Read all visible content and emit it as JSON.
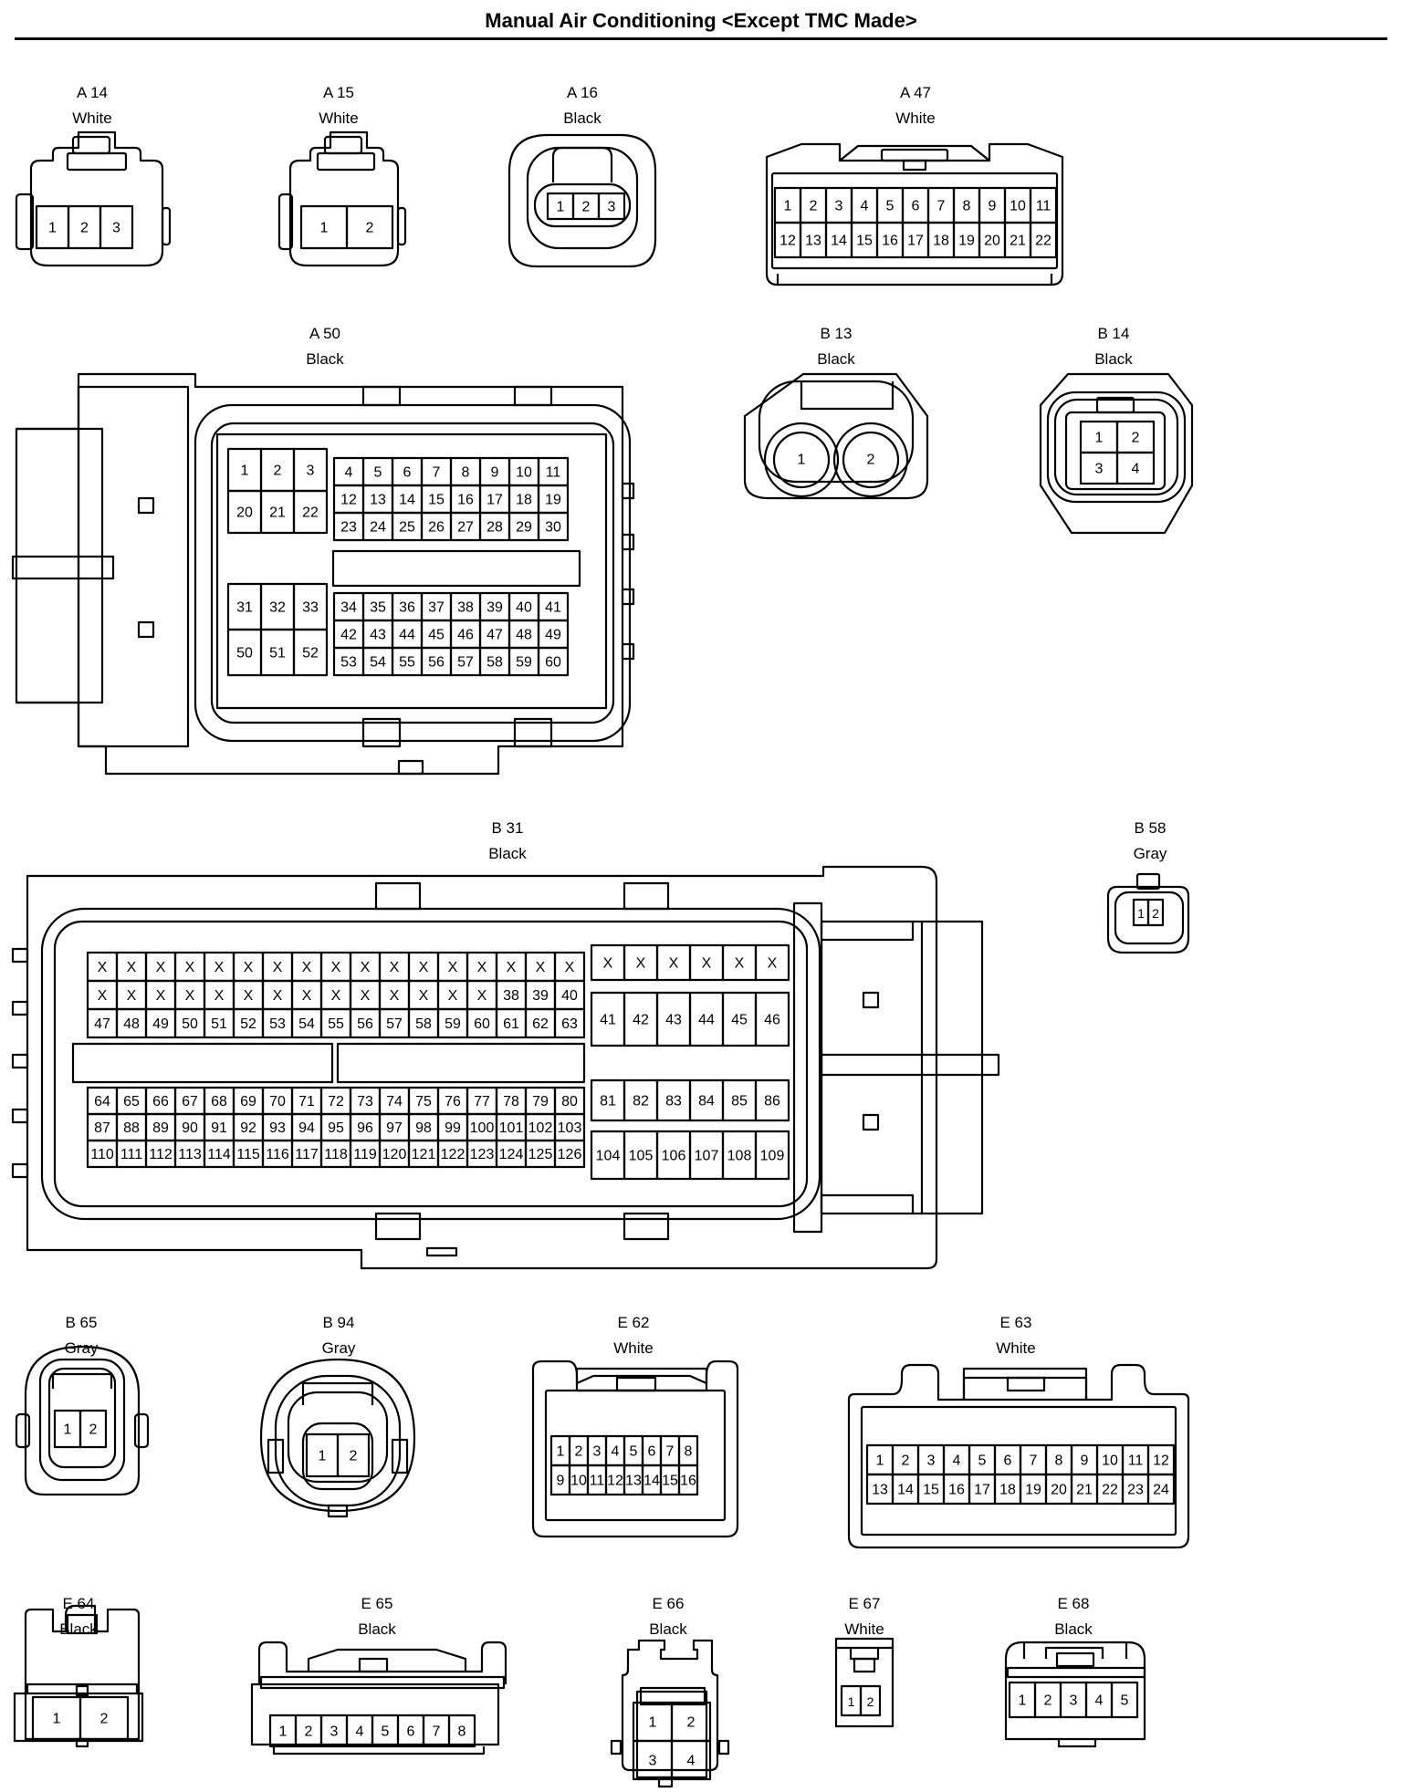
{
  "title": "Manual Air Conditioning <Except TMC Made>",
  "connectors": {
    "A14": {
      "code": "A 14",
      "color": "White"
    },
    "A15": {
      "code": "A 15",
      "color": "White"
    },
    "A16": {
      "code": "A 16",
      "color": "Black"
    },
    "A47": {
      "code": "A 47",
      "color": "White"
    },
    "A50": {
      "code": "A 50",
      "color": "Black"
    },
    "B13": {
      "code": "B 13",
      "color": "Black"
    },
    "B14": {
      "code": "B 14",
      "color": "Black"
    },
    "B31": {
      "code": "B 31",
      "color": "Black"
    },
    "B58": {
      "code": "B 58",
      "color": "Gray"
    },
    "B65": {
      "code": "B 65",
      "color": "Gray"
    },
    "B94": {
      "code": "B 94",
      "color": "Gray"
    },
    "E62": {
      "code": "E 62",
      "color": "White"
    },
    "E63": {
      "code": "E 63",
      "color": "White"
    },
    "E64": {
      "code": "E 64",
      "color": "Black"
    },
    "E65": {
      "code": "E 65",
      "color": "Black"
    },
    "E66": {
      "code": "E 66",
      "color": "Black"
    },
    "E67": {
      "code": "E 67",
      "color": "White"
    },
    "E68": {
      "code": "E 68",
      "color": "Black"
    }
  },
  "pin_placeholder": "X"
}
